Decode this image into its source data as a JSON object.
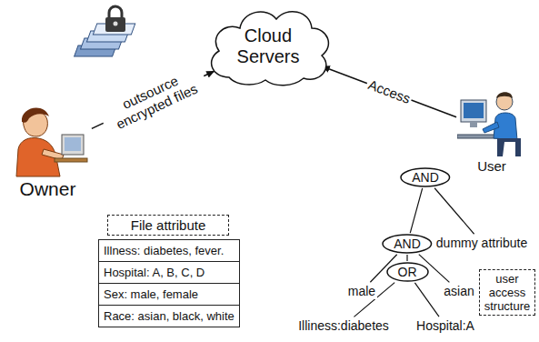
{
  "diagram": {
    "nodes": [
      {
        "text": [
          "Cloud Servers"
        ]
      },
      {
        "text": [
          "Owner"
        ]
      },
      {
        "text": [
          "User"
        ]
      },
      {
        "text": [
          "File attribute"
        ]
      },
      {
        "text": [
          "Illness: diabetes, fever.",
          "Hospital: A, B, C, D",
          "Sex: male, female",
          "Race: asian, black, white"
        ]
      },
      {
        "text": [
          "AND"
        ]
      },
      {
        "text": [
          "AND"
        ]
      },
      {
        "text": [
          "dummy attribute"
        ]
      },
      {
        "text": [
          "male"
        ]
      },
      {
        "text": [
          "OR"
        ]
      },
      {
        "text": [
          "asian"
        ]
      },
      {
        "text": [
          "Illiness:diabetes"
        ]
      },
      {
        "text": [
          "Hospital:A"
        ]
      },
      {
        "text": [
          "user access structure"
        ]
      }
    ],
    "edges": [
      {
        "from": 1,
        "to": 0,
        "arrow": "to",
        "label": "outsource encrypted files"
      },
      {
        "from": 2,
        "to": 0,
        "arrow": "to",
        "label": "Access"
      },
      {
        "from": 5,
        "to": 6,
        "arrow": "none"
      },
      {
        "from": 5,
        "to": 7,
        "arrow": "none"
      },
      {
        "from": 6,
        "to": 8,
        "arrow": "none"
      },
      {
        "from": 6,
        "to": 9,
        "arrow": "none"
      },
      {
        "from": 6,
        "to": 10,
        "arrow": "none"
      },
      {
        "from": 9,
        "to": 11,
        "arrow": "none"
      },
      {
        "from": 9,
        "to": 12,
        "arrow": "none"
      }
    ]
  }
}
